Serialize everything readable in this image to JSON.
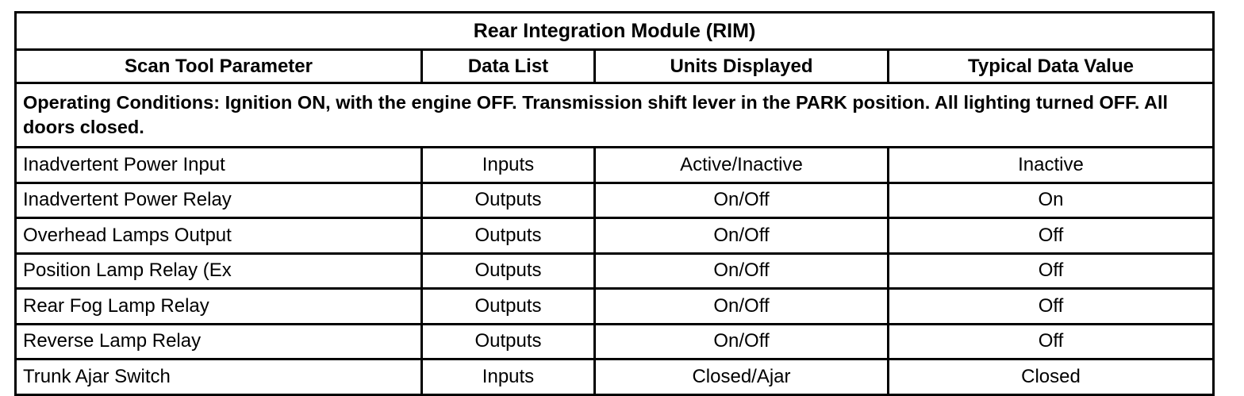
{
  "table": {
    "title": "Rear Integration Module (RIM)",
    "columns": [
      "Scan Tool Parameter",
      "Data List",
      "Units Displayed",
      "Typical Data Value"
    ],
    "operating_conditions": "Operating Conditions: Ignition ON, with the engine OFF. Transmission shift lever in the PARK position. All lighting turned OFF. All doors closed.",
    "rows": [
      {
        "parameter": "Inadvertent Power Input",
        "data_list": "Inputs",
        "units_displayed": "Active/Inactive",
        "typical_data_value": "Inactive"
      },
      {
        "parameter": "Inadvertent Power Relay",
        "data_list": "Outputs",
        "units_displayed": "On/Off",
        "typical_data_value": "On"
      },
      {
        "parameter": "Overhead Lamps Output",
        "data_list": "Outputs",
        "units_displayed": "On/Off",
        "typical_data_value": "Off"
      },
      {
        "parameter": "Position Lamp Relay (Ex",
        "data_list": "Outputs",
        "units_displayed": "On/Off",
        "typical_data_value": "Off"
      },
      {
        "parameter": "Rear Fog Lamp Relay",
        "data_list": "Outputs",
        "units_displayed": "On/Off",
        "typical_data_value": "Off"
      },
      {
        "parameter": "Reverse Lamp Relay",
        "data_list": "Outputs",
        "units_displayed": "On/Off",
        "typical_data_value": "Off"
      },
      {
        "parameter": "Trunk Ajar Switch",
        "data_list": "Inputs",
        "units_displayed": "Closed/Ajar",
        "typical_data_value": "Closed"
      }
    ]
  },
  "colors": {
    "border": "#000000",
    "text": "#000000",
    "background": "#ffffff"
  }
}
